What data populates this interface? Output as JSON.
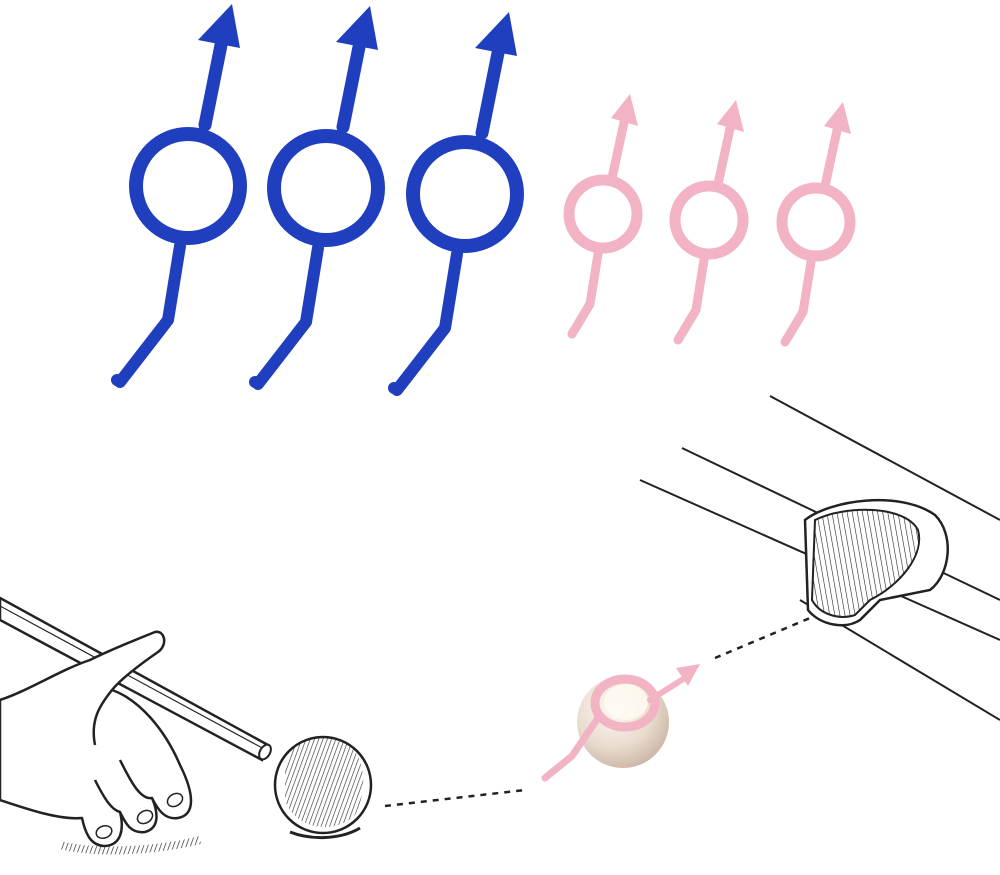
{
  "product": {
    "blue_markers": {
      "count": 3,
      "color": "#1f3fbf",
      "highlight": "#3a5ae0"
    },
    "pink_markers": {
      "count": 3,
      "color": "#f2b3c4",
      "highlight": "#f7cbd7"
    }
  },
  "illustration": {
    "elements": [
      "cue-stick",
      "hand",
      "cue-ball",
      "dotted-path",
      "object-ball-with-marker",
      "pocket",
      "table-rails"
    ],
    "ink_color": "#222222",
    "ball_color": "#e9dccf"
  }
}
